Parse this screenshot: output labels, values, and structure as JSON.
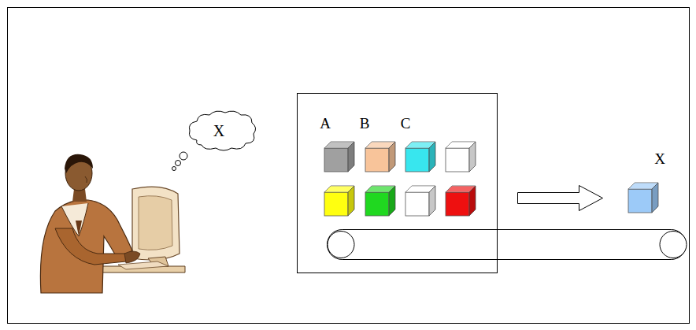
{
  "diagram": {
    "nodes": [
      {
        "text": [
          "X"
        ]
      }
    ],
    "labels": [
      "A",
      "B",
      "C",
      "X"
    ]
  }
}
